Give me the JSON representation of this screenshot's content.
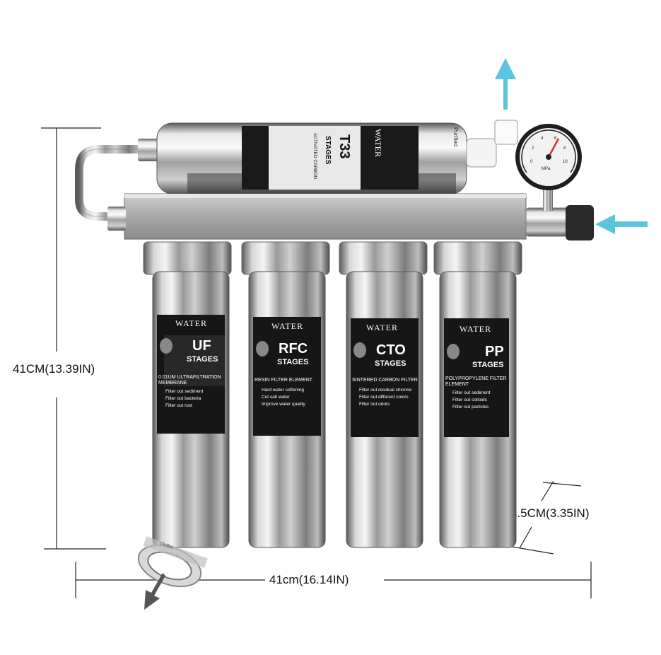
{
  "dimensions": {
    "height_label": "41CM(13.39IN)",
    "width_label": "41cm(16.14IN)",
    "diameter_label": "8.5CM(3.35IN)"
  },
  "colors": {
    "arrow_blue": "#5cc4e0",
    "arrow_gray": "#555555"
  },
  "top_filter": {
    "brand": "WATER",
    "code": "T33",
    "stages": "STAGES",
    "desc": "ACTIVATED CARBON",
    "tag": "Purified"
  },
  "gauge": {
    "unit": "MPa",
    "ticks": [
      "0",
      "2",
      "4",
      "6",
      "8",
      "10"
    ]
  },
  "filters": [
    {
      "brand": "WATER",
      "code": "UF",
      "stages": "STAGES",
      "desc": "0.01UM ULTRAFILTRATION MEMBRANE",
      "bullets": [
        "Filter out sediment",
        "Filter out bacteria",
        "Filter out rust"
      ]
    },
    {
      "brand": "WATER",
      "code": "RFC",
      "stages": "STAGES",
      "desc": "RESIN FILTER ELEMENT",
      "bullets": [
        "Hard water softening",
        "Cut salt water",
        "Improve water quality"
      ]
    },
    {
      "brand": "WATER",
      "code": "CTO",
      "stages": "STAGES",
      "desc": "SINTERED CARBON FILTER",
      "bullets": [
        "Filter out residual chlorine",
        "Filter out different colors",
        "Filter out odors"
      ]
    },
    {
      "brand": "WATER",
      "code": "PP",
      "stages": "STAGES",
      "desc": "POLYPROPYLENE FILTER ELEMENT",
      "bullets": [
        "Filter out sediment",
        "Filter out colloids",
        "Filter out particles"
      ]
    }
  ],
  "wrench_label": "Outlet"
}
